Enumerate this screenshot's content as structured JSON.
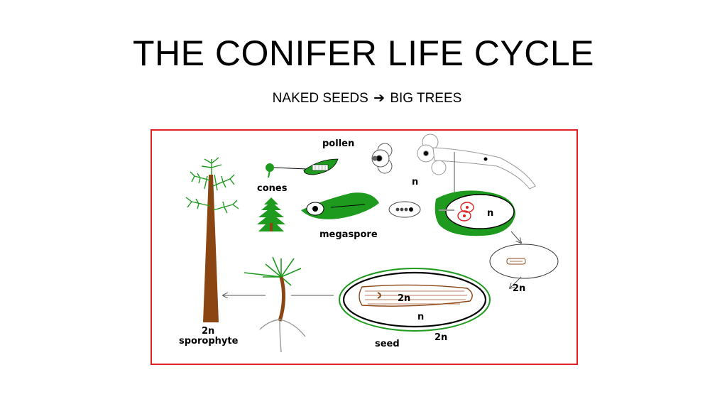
{
  "title": "THE CONIFER LIFE CYCLE",
  "subtitle": {
    "left": "NAKED SEEDS",
    "arrow": "➔",
    "right": "BIG TREES"
  },
  "diagram": {
    "labels": {
      "pollen": "pollen",
      "cones": "cones",
      "megaspore": "megaspore",
      "n_pollen": "n",
      "n_ovule": "n",
      "two_n_small_seed": "2n",
      "two_n_embryo": "2n",
      "n_seed": "n",
      "two_n_coat": "2n",
      "seed": "seed",
      "two_n_tree": "2n",
      "sporophyte": "sporophyte"
    },
    "colors": {
      "frame": "#e02020",
      "green": "#1e9a1e",
      "brown": "#8b4513",
      "red": "#e02020"
    }
  }
}
